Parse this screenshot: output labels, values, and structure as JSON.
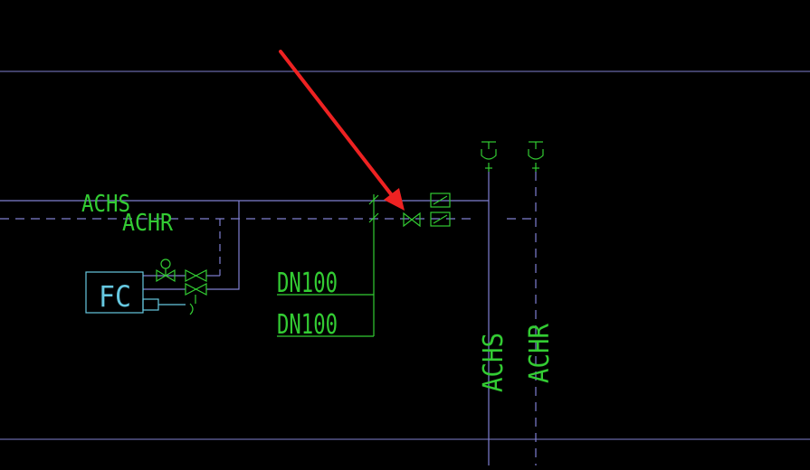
{
  "colors": {
    "background": "#000000",
    "pipe": "#7f7fd0",
    "annotation": "#33cc33",
    "unit": "#66c8e0",
    "arrow": "#ee2222"
  },
  "labels": {
    "supply": "ACHS",
    "return": "ACHR",
    "fan_coil": "FC",
    "size_upper": "DN100",
    "size_lower": "DN100",
    "riser_supply": "ACHS",
    "riser_return": "ACHR"
  },
  "icons": {
    "pointer": "red-arrow-icon",
    "valve": "gate-valve-icon",
    "damper": "damper-box-icon",
    "air_vent": "air-vent-icon"
  }
}
